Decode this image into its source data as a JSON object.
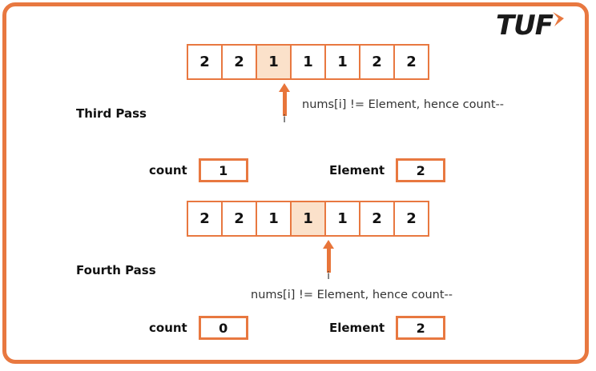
{
  "logo": {
    "text": "TUF",
    "chevron_icon": "chevron-right-icon",
    "accent_color": "#E87840"
  },
  "colors": {
    "border": "#E87840",
    "highlight_fill": "#FBE1CA",
    "arrow": "#E8753A",
    "text": "#111111",
    "note_text": "#333333"
  },
  "passes": [
    {
      "label": "Third Pass",
      "array": [
        "2",
        "2",
        "1",
        "1",
        "1",
        "2",
        "2"
      ],
      "highlight_index": 2,
      "pointer_label": "i",
      "note": "nums[i] != Element, hence count--",
      "count_label": "count",
      "count_value": "1",
      "element_label": "Element",
      "element_value": "2"
    },
    {
      "label": "Fourth Pass",
      "array": [
        "2",
        "2",
        "1",
        "1",
        "1",
        "2",
        "2"
      ],
      "highlight_index": 3,
      "pointer_label": "i",
      "note": "nums[i] != Element, hence count--",
      "count_label": "count",
      "count_value": "0",
      "element_label": "Element",
      "element_value": "2"
    }
  ]
}
